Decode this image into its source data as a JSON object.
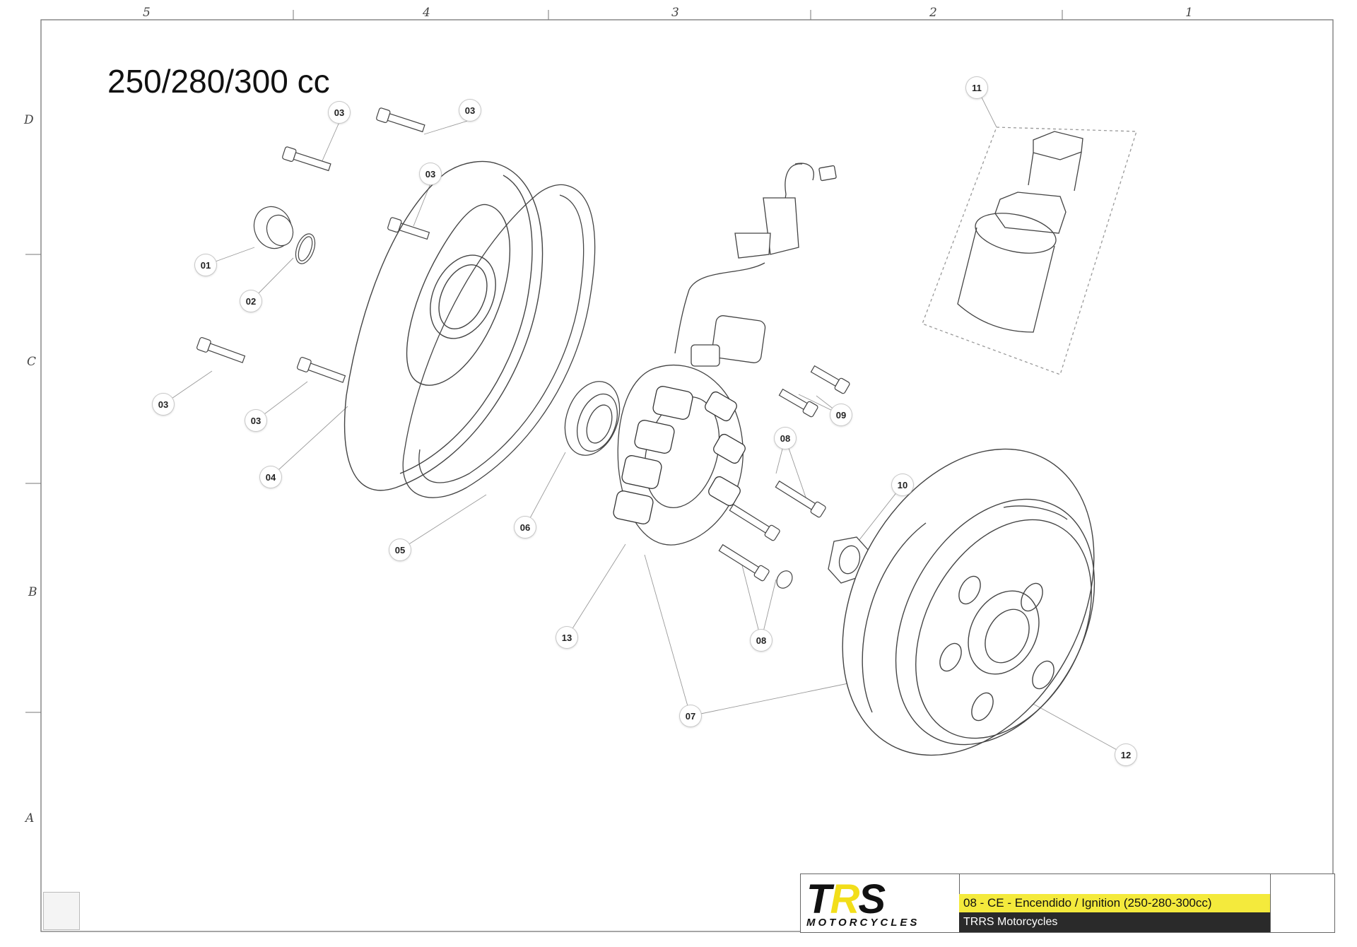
{
  "title": "250/280/300 cc",
  "zones": {
    "columns": [
      "5",
      "4",
      "3",
      "2",
      "1"
    ],
    "rows": [
      "D",
      "C",
      "B",
      "A"
    ]
  },
  "callouts": {
    "c01": "01",
    "c02": "02",
    "c03a": "03",
    "c03b": "03",
    "c03c": "03",
    "c03d": "03",
    "c03e": "03",
    "c04": "04",
    "c05": "05",
    "c06": "06",
    "c07": "07",
    "c08a": "08",
    "c08b": "08",
    "c09": "09",
    "c10": "10",
    "c11": "11",
    "c12": "12",
    "c13": "13"
  },
  "title_block": {
    "logo_word_a": "T",
    "logo_word_r": "R",
    "logo_word_b": "S",
    "logo_sub": "MOTORCYCLES",
    "doc_title": "08 - CE - Encendido / Ignition (250-280-300cc)",
    "company": "TRRS Motorcycles"
  },
  "icons": {
    "home": "home-icon",
    "emblem": "trrs-shield-icon"
  },
  "colors": {
    "accent_yellow": "#f4ea3c",
    "dark_bar": "#2a2a2a",
    "line": "#555555"
  }
}
